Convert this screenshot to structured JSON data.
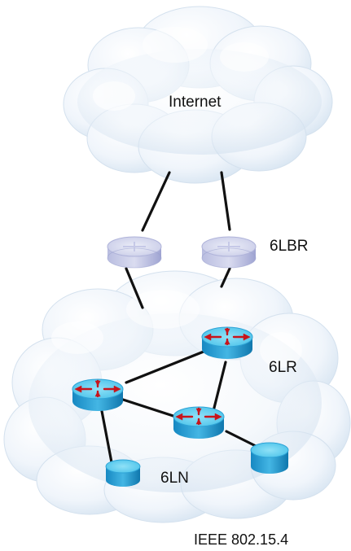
{
  "labels": {
    "internet": "Internet",
    "border_router": "6LBR",
    "router": "6LR",
    "node": "6LN",
    "network": "IEEE 802.15.4"
  },
  "colors": {
    "cloud_light": "#f6f9fd",
    "cloud_mid": "#dce8f3",
    "cloud_dark": "#b5cbe0",
    "border_router_top": "#dcdff0",
    "border_router_side": "#a8add6",
    "router_top": "#6fd3f0",
    "router_side": "#1f8fc4",
    "arrow": "#c8141b",
    "link": "#111111"
  },
  "icons": {
    "cloud": "cloud-icon",
    "border_router": "router-icon",
    "router": "router-icon",
    "node": "node-icon"
  }
}
